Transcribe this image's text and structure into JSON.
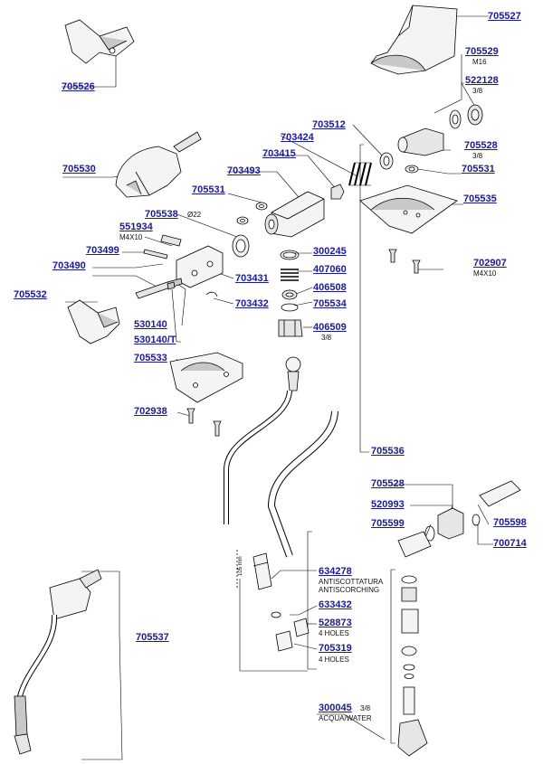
{
  "labels": {
    "p705526": "705526",
    "p705527": "705527",
    "p705529": "705529",
    "p705529_sub": "M16",
    "p522128": "522128",
    "p522128_sub": "3/8",
    "p703512": "703512",
    "p703424": "703424",
    "p705528a": "705528",
    "p705528a_sub": "3/8",
    "p703415": "703415",
    "p705530": "705530",
    "p703493": "703493",
    "p705531a": "705531",
    "p705531b": "705531",
    "p705535": "705535",
    "p705538": "705538",
    "p705538_sub": "Ø22",
    "p551934": "551934",
    "p551934_sub": "M4X10",
    "p703499": "703499",
    "p300245": "300245",
    "p702907": "702907",
    "p702907_sub": "M4X10",
    "p703490": "703490",
    "p407060": "407060",
    "p703431": "703431",
    "p406508": "406508",
    "p705532": "705532",
    "p703432": "703432",
    "p705534": "705534",
    "p406509": "406509",
    "p406509_sub": "3/8",
    "p530140": "530140",
    "p530140T": "530140/T",
    "p705533": "705533",
    "p702938": "702938",
    "p705536": "705536",
    "p705528b": "705528",
    "p520993": "520993",
    "p705598": "705598",
    "p705599": "705599",
    "p700714": "700714",
    "p634278": "634278",
    "p634278_sub1": "ANTISCOTTATURA",
    "p634278_sub2": "ANTISCORCHING",
    "p633432": "633432",
    "p528873": "528873",
    "p528873_sub": "4 HOLES",
    "p705537": "705537",
    "p705319": "705319",
    "p705319_sub": "4 HOLES",
    "p300045": "300045",
    "p300045_sub1": "3/8",
    "p300045_sub2": "ACQUA/WATER",
    "dim_mm": "105 mm"
  },
  "colors": {
    "label": "#1a1a99",
    "line": "#000000",
    "part_fill": "#f4f4f4",
    "part_shade": "#c8c8c8"
  }
}
